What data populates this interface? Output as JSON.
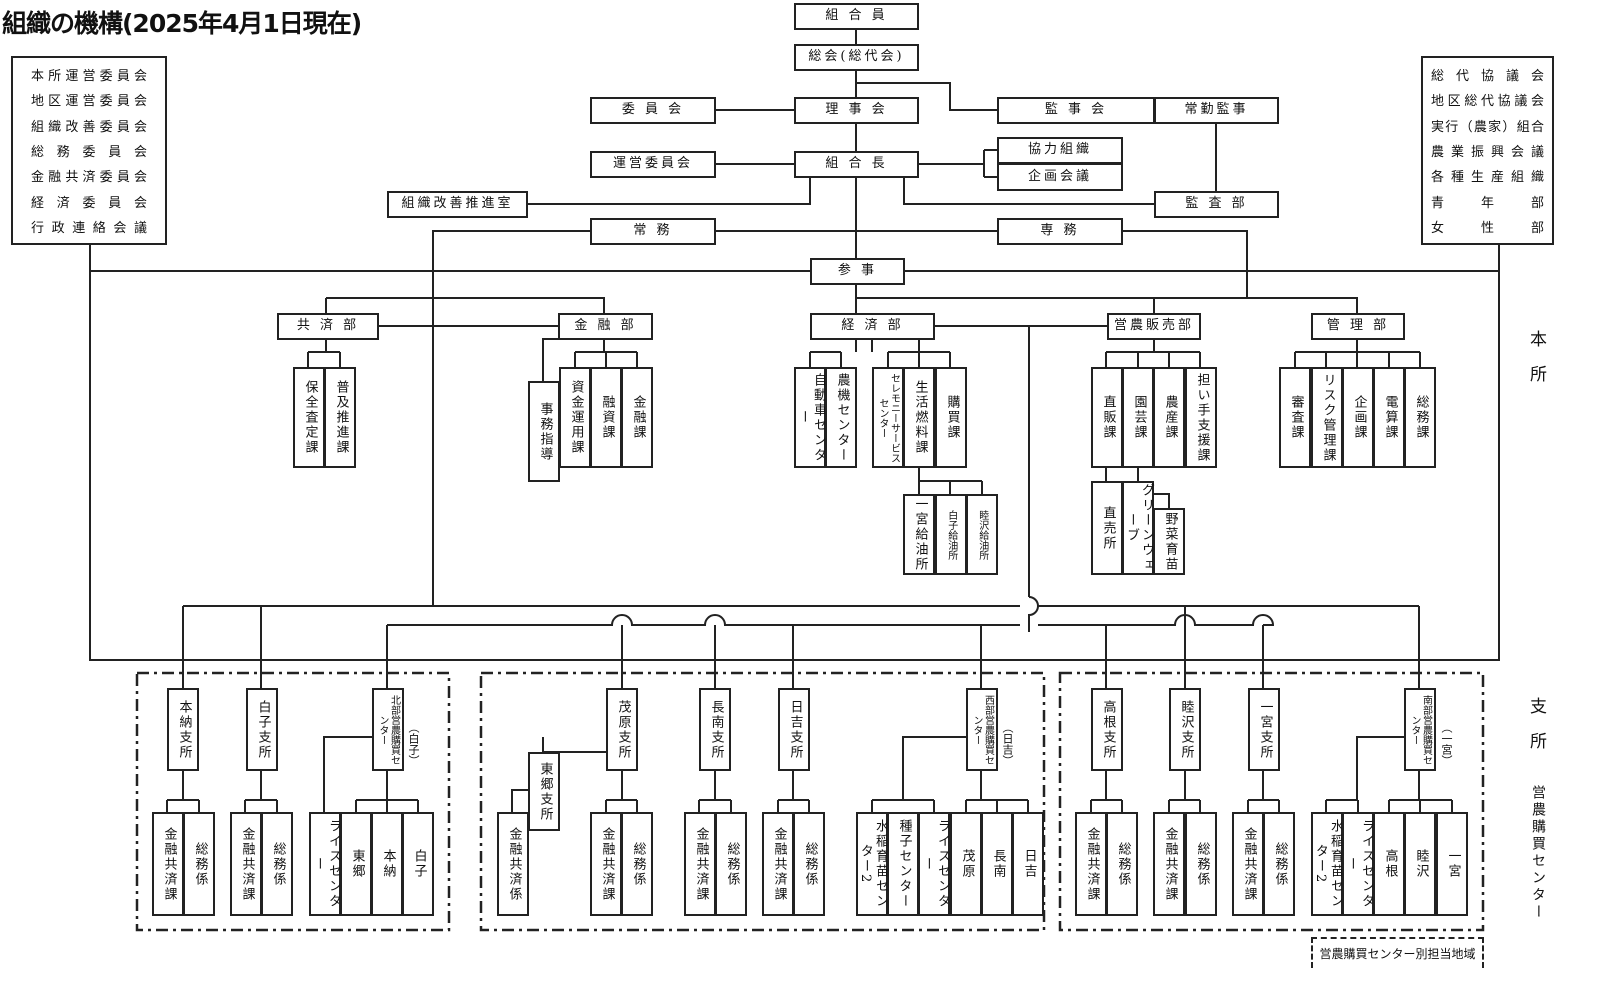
{
  "title": "組織の機構(2025年4月1日現在)",
  "top": {
    "members": "組 合 員",
    "assembly": "総会(総代会)",
    "committee": "委 員 会",
    "board": "理 事 会",
    "auditors": "監 事 会",
    "standing_auditor": "常勤監事",
    "steering": "運営委員会",
    "president": "組 合 長",
    "coop_orgs": "協力組織",
    "planning": "企画会議",
    "reform_office": "組織改善推進室",
    "audit_dept": "監 査 部",
    "managing": "常 務",
    "senior_managing": "専 務",
    "counselor": "参 事"
  },
  "left_committees": [
    "本所運営委員会",
    "地区運営委員会",
    "組織改善委員会",
    "総務委員会",
    "金融共済委員会",
    "経済委員会",
    "行政連絡会議"
  ],
  "right_committees": [
    "総代協議会",
    "地区総代協議会",
    "実行（農家）組合",
    "農業振興会議",
    "各種生産組織",
    "青年部",
    "女性部"
  ],
  "departments": {
    "mutual_aid": "共 済 部",
    "finance": "金 融 部",
    "economy": "経 済 部",
    "farming_sales": "営農販売部",
    "management": "管 理 部"
  },
  "sections": {
    "mutual_aid": [
      "保全査定課",
      "普及推進課"
    ],
    "finance": [
      "事務指導",
      "資金運用課",
      "融資課",
      "金融課"
    ],
    "economy": [
      "自動車センター",
      "農機センター",
      "セレモニーサービスセンター",
      "生活燃料課",
      "購買課"
    ],
    "fuel": [
      "一宮給油所",
      "白子給油所",
      "睦沢給油所"
    ],
    "farming_sales": [
      "直販課",
      "園芸課",
      "農産課",
      "担い手支援課"
    ],
    "farming_sub": [
      "直売所",
      "グリーンウェーブ",
      "野菜育苗"
    ],
    "management": [
      "審査課",
      "リスク管理課",
      "企画課",
      "電算課",
      "総務課"
    ]
  },
  "branches": {
    "honno": "本納支所",
    "shirako": "白子支所",
    "north": "北部営農購買センター",
    "north_area": "（白子）",
    "mobara": "茂原支所",
    "togo": "東郷支所",
    "chonan": "長南支所",
    "hiyoshi": "日吉支所",
    "west": "西部営農購買センター",
    "west_area": "（日吉）",
    "takane": "高根支所",
    "mutsuzawa": "睦沢支所",
    "ichinomiya": "一宮支所",
    "south": "南部営農購買センター",
    "south_area": "（一宮）"
  },
  "units": {
    "finance_mutual_ka": "金融共済課",
    "finance_mutual_kakari": "金融共済係",
    "general_affairs": "総務係",
    "rice_center": "ライスセンター",
    "seedling_center2": "水稲育苗センター2",
    "seed_center": "種子センター",
    "togo": "東郷",
    "honno": "本納",
    "shirako": "白子",
    "mobara": "茂原",
    "chonan": "長南",
    "hiyoshi": "日吉",
    "takane": "高根",
    "mutsuzawa": "睦沢",
    "ichinomiya": "一宮"
  },
  "side_labels": {
    "head_office": "本所",
    "branch": "支所",
    "center": "営農購買センター"
  },
  "legend": "営農購買センター別担当地域"
}
